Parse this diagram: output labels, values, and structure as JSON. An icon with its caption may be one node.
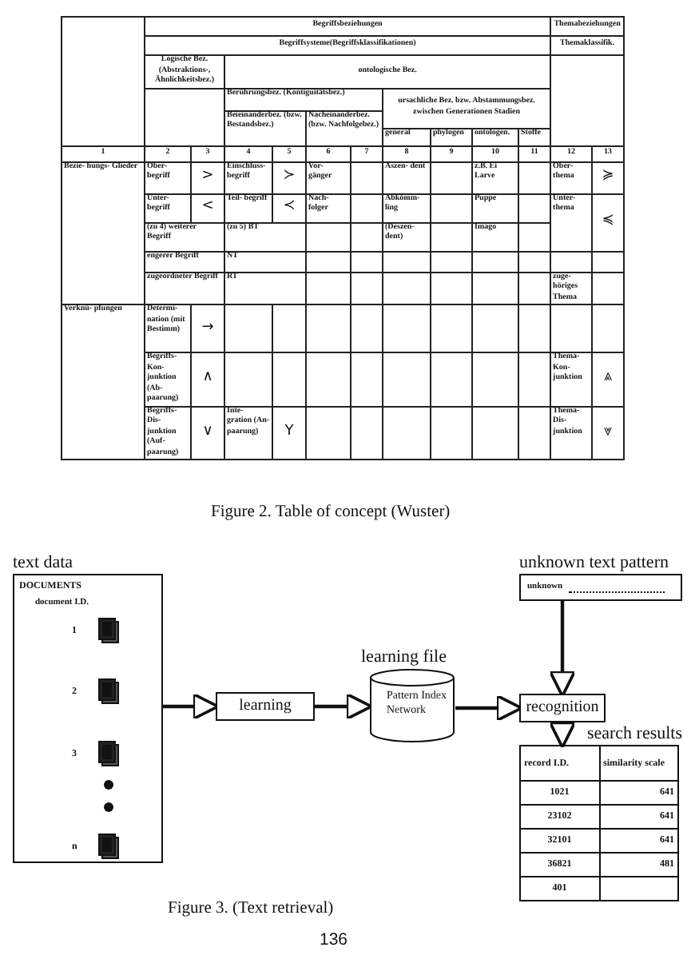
{
  "diagram": {
    "nodes": [
      {
        "text": [
          "text data",
          "DOCUMENTS",
          "document I.D."
        ]
      },
      {
        "text": [
          "learning"
        ]
      },
      {
        "text": [
          "learning file",
          "Pattern Index Network"
        ]
      },
      {
        "text": [
          "unknown text pattern",
          "unknown"
        ]
      },
      {
        "text": [
          "recognition"
        ]
      },
      {
        "text": [
          "search results"
        ]
      }
    ],
    "edges": [
      {
        "from": 0,
        "to": 1,
        "arrow": "to"
      },
      {
        "from": 1,
        "to": 2,
        "arrow": "to"
      },
      {
        "from": 2,
        "to": 4,
        "arrow": "to"
      },
      {
        "from": 3,
        "to": 4,
        "arrow": "to"
      },
      {
        "from": 4,
        "to": 5,
        "arrow": "to"
      }
    ],
    "labels": [
      "Begriffsbeziehungen",
      "Themabeziehungen",
      "Begriffsysteme(Begriffsklassifikationen)",
      "Themaklassifik.",
      "Logische Bez. (Abstraktions-, Ähnlichkeitsbez.)",
      "ontologische Bez.",
      "Berührungsbez. (Kontiguitätsbez.)",
      "ursachliche Bez. bzw. Abstammungsbez. zwischen Generationen Stadien",
      "Beieinanderbez. (bzw. Bestandsbez.)",
      "Nacheinanderbez. (bzw. Nachfolgebez.)",
      "general",
      "phylogen",
      "ontologen.",
      "Stoffe",
      "1",
      "2",
      "3",
      "4",
      "5",
      "6",
      "7",
      "8",
      "9",
      "10",
      "11",
      "12",
      "13",
      "Bezie- hungs- Glieder",
      "Ober- begriff",
      ">",
      "Einschluss- begriff",
      "≻",
      "Vor- gänger",
      "Aszen- dent",
      "z.B. Ei Larve",
      "Ober- thema",
      "≽",
      "Unter- begriff",
      "<",
      "Teil- begriff",
      "≺",
      "Nach- folger",
      "Abkömm- ling",
      "Puppe",
      "Unter- thema",
      "≼",
      "(zu 4) weiterer Begriff",
      "(zu 5) BT",
      "(Deszen- dent)",
      "Imago",
      "engerer Begriff",
      "NT",
      "zugeordneter Begriff",
      "RT",
      "zuge- höriges Thema",
      "Verknü- pfungen",
      "Determi- nation (mit Bestimm)",
      "→",
      "Begriffs- Kon- junktion (Ab- paarung)",
      "∧",
      "Thema- Kon- junktion",
      "⩓",
      "Begriffs- Dis- junktion (Auf- paarung)",
      "∨",
      "Inte- gration (An- paarung)",
      "Y",
      "Thema- Dis- junktion",
      "⩔",
      "Figure 2. Table of concept (Wuster)",
      "1",
      "2",
      "3",
      "n",
      "record I.D.",
      "similarity scale",
      "1021",
      "641",
      "23102",
      "641",
      "32101",
      "641",
      "36821",
      "481",
      "401",
      "Figure 3. (Text retrieval)",
      "136"
    ]
  }
}
